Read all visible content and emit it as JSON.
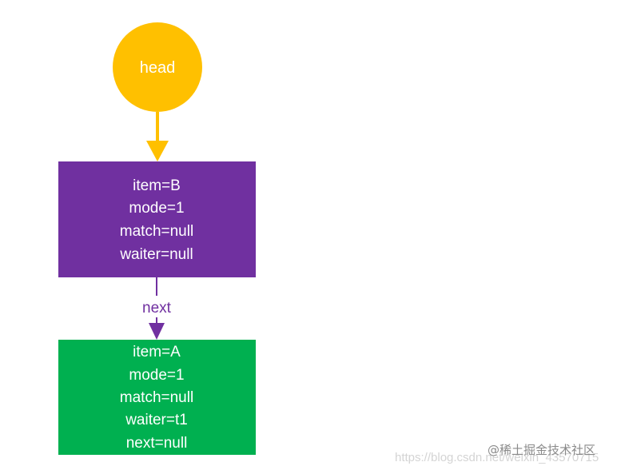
{
  "diagram": {
    "head_label": "head",
    "node_b": {
      "lines": [
        "item=B",
        "mode=1",
        "match=null",
        "waiter=null"
      ]
    },
    "edge_label": "next",
    "node_a": {
      "lines": [
        "item=A",
        "mode=1",
        "match=null",
        "waiter=t1",
        "next=null"
      ]
    }
  },
  "watermark": {
    "url_text": "https://blog.csdn.net/weixin_43570715",
    "brand_text": "@稀土掘金技术社区"
  },
  "colors": {
    "head_fill": "#ffc000",
    "node_b_fill": "#7030a0",
    "node_a_fill": "#00b050",
    "edge_label_color": "#7030a0",
    "text_on_fill": "#ffffff"
  }
}
